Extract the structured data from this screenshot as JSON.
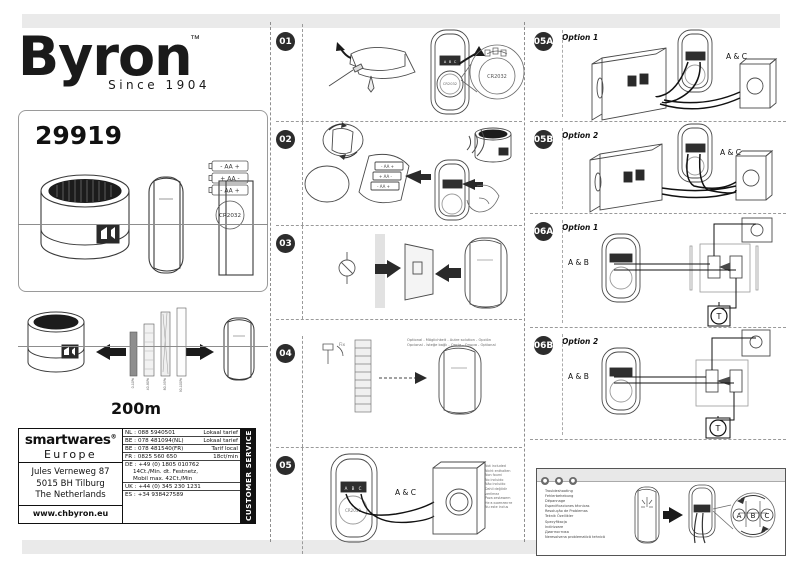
{
  "brand": {
    "name": "Byron",
    "trademark": "™",
    "since": "Since 1904"
  },
  "product": {
    "model": "29919",
    "batteries_main": [
      "- AA +",
      "+ AA -",
      "- AA +"
    ],
    "battery_coin": "CR2032"
  },
  "range": {
    "distance": "200m",
    "materials": [
      {
        "label": "0-10%"
      },
      {
        "label": "40-80%"
      },
      {
        "label": "80-95%"
      },
      {
        "label": "90-100%"
      }
    ]
  },
  "contact": {
    "company": "smartwares",
    "company_sup": "®",
    "region": "Europe",
    "address": [
      "Jules Verneweg 87",
      "5015 BH Tilburg",
      "The Netherlands"
    ],
    "website": "www.chbyron.eu",
    "sidebar": "CUSTOMER SERVICE",
    "rows": [
      {
        "country": "NL :",
        "number": "088 5940501",
        "tariff": "Lokaal tarief"
      },
      {
        "country": "BE :",
        "number": "078 481094(NL)",
        "tariff": "Lokaal tarief"
      },
      {
        "country": "BE :",
        "number": "078 481540(FR)",
        "tariff": "Tarif local"
      },
      {
        "country": "FR :",
        "number": "0825 560 650",
        "tariff": "18ct/min"
      },
      {
        "country": "DE :",
        "number": "+49 (0) 1805 010762",
        "tariff": ""
      }
    ],
    "de_extra": [
      "14Ct./Min. dt. Festnetz,",
      "Mobil max. 42Ct./Min"
    ],
    "rows2": [
      {
        "country": "UK :",
        "number": "+44 (0) 345 230 1231",
        "tariff": ""
      },
      {
        "country": "ES :",
        "number": "+34 938427589",
        "tariff": ""
      }
    ]
  },
  "steps": [
    {
      "num": "01",
      "caption": "",
      "battery": "CR2032"
    },
    {
      "num": "02",
      "caption": ""
    },
    {
      "num": "03",
      "caption": ""
    },
    {
      "num": "04",
      "caption": "",
      "optional_note": "Optional - Möglichkeit - Autre solution - Opción\nOpcional - İsteğe bağlı - Opcja - Опция - Optional"
    },
    {
      "num": "05",
      "caption": "",
      "terminals": "A & C",
      "not_included": "Not included\nNicht enthalten\nNon fourni\nNo incluido\nNão incluído\nDahil değildir verilmez\nPoza zestawem\nНе в комплекте\nNu este inclus"
    }
  ],
  "options": [
    {
      "num": "05A",
      "title": "Option 1",
      "terminals": "A & C"
    },
    {
      "num": "05B",
      "title": "Option 2",
      "terminals": "A & C"
    },
    {
      "num": "06A",
      "title": "Option 1",
      "terminals": "A & B",
      "transformer": "T"
    },
    {
      "num": "06B",
      "title": "Option 2",
      "terminals": "A & B",
      "transformer": "T"
    }
  ],
  "troubleshooting": {
    "dots": [
      "●",
      "●",
      "●"
    ],
    "languages": "Troubleshooting\nFehlerbehebung\nDépannage\nEspecificaciones técnicas\nResolução de Problemas\nTeknik Özellikler\nSpecyfikacja\nIndirizzare\nДиагностика\nNeresolvena problematică tehnică",
    "dial": [
      "A",
      "B",
      "C"
    ]
  },
  "colors": {
    "ink": "#1a1a1a",
    "band": "#eaeaea",
    "badge": "#2c2c2c",
    "rule": "#8d8d8d"
  }
}
